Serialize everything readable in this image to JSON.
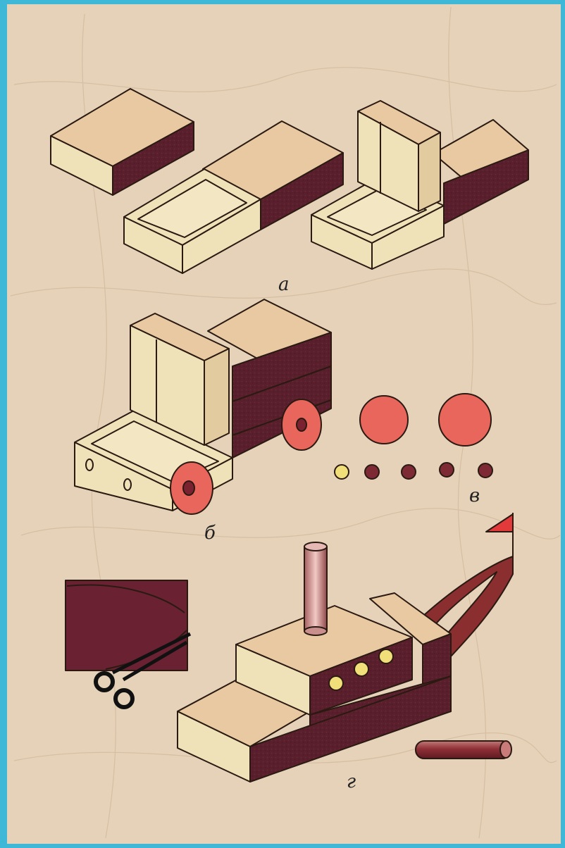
{
  "labels": {
    "a": "а",
    "b": "б",
    "v": "в",
    "g": "г"
  },
  "colors": {
    "border": "#3fb7d6",
    "paper": "#e9d6c0",
    "box_top": "#e8c9a2",
    "box_side_light": "#efe1b8",
    "box_side_dark": "#5a1f2c",
    "wheel": "#e9665c",
    "wheel_hub": "#7a2230",
    "dot_yellow": "#f1e07a",
    "dot_dark": "#7e2a34",
    "ribbon": "#8a2e2f",
    "flag": "#e23a3a",
    "pipe": "#d9a6a6"
  },
  "icons": [
    "scissors-icon",
    "flag-icon"
  ]
}
